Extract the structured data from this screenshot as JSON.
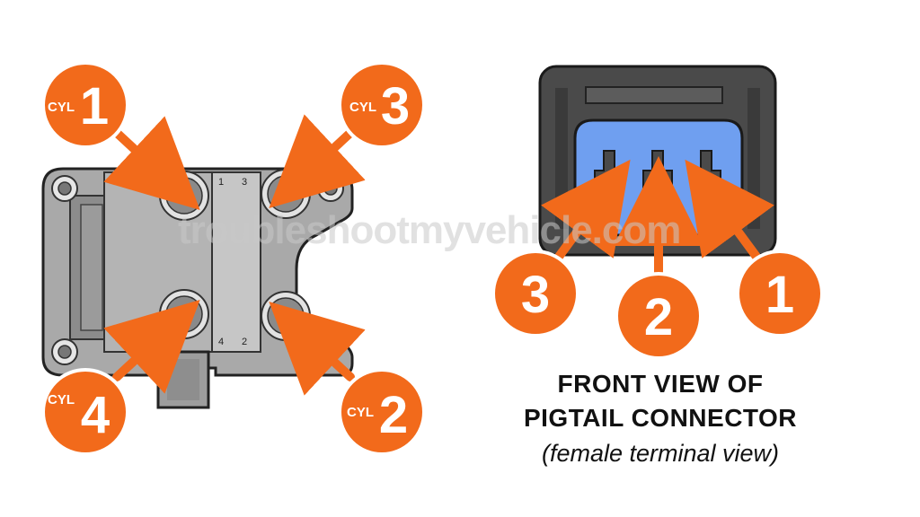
{
  "coil_pack": {
    "callouts": [
      {
        "prefix": "CYL",
        "number": "1"
      },
      {
        "prefix": "CYL",
        "number": "3"
      },
      {
        "prefix": "CYL",
        "number": "4"
      },
      {
        "prefix": "CYL",
        "number": "2"
      }
    ],
    "tower_labels": [
      "1",
      "3",
      "4",
      "2"
    ]
  },
  "connector": {
    "terminal_callouts": [
      "3",
      "2",
      "1"
    ],
    "caption_line1": "FRONT VIEW OF",
    "caption_line2": "PIGTAIL CONNECTOR",
    "caption_line3": "(female terminal view)"
  },
  "watermark": "troubleshootmyvehicle.com",
  "colors": {
    "callout_orange": "#f26a1b",
    "callout_ring": "#ffffff",
    "coil_gray": "#9a9a9a",
    "coil_light": "#cfcfcf",
    "connector_dark": "#4a4a4a",
    "connector_blue": "#6f9ff0",
    "outline": "#222222"
  }
}
